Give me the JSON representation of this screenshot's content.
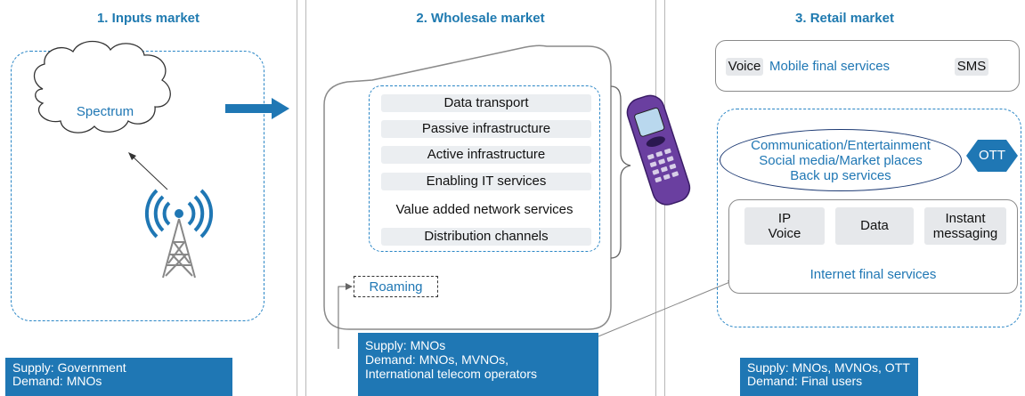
{
  "columns": [
    {
      "title": "1. Inputs market"
    },
    {
      "title": "2. Wholesale market"
    },
    {
      "title": "3. Retail market"
    }
  ],
  "inputs": {
    "cloud_label": "Spectrum",
    "supply": "Supply: Government",
    "demand": "Demand: MNOs",
    "icons": [
      "cloud-icon",
      "radio-tower-icon",
      "arrow-right-icon"
    ]
  },
  "wholesale": {
    "services": [
      "Data transport",
      "Passive infrastructure",
      "Active infrastructure",
      "Enabling IT services",
      "Value added network services",
      "Distribution channels"
    ],
    "roaming": "Roaming",
    "supply": "Supply: MNOs",
    "demand_line1": "Demand: MNOs, MVNOs,",
    "demand_line2": "International telecom operators",
    "icons": [
      "mobile-phone-icon",
      "curly-brace-icon"
    ]
  },
  "retail": {
    "mobile": {
      "voice": "Voice",
      "label": "Mobile final services",
      "sms": "SMS"
    },
    "ott_lines": [
      "Communication/Entertainment",
      "Social media/Market places",
      "Back up services"
    ],
    "ott_badge": "OTT",
    "internet": {
      "ip_voice_line1": "IP",
      "ip_voice_line2": "Voice",
      "data": "Data",
      "im_line1": "Instant",
      "im_line2": "messaging",
      "label": "Internet final services"
    },
    "supply": "Supply: MNOs, MVNOs, OTT",
    "demand": "Demand: Final users"
  },
  "colors": {
    "accent": "#1f77b4",
    "title": "#1f7ab0",
    "dashed": "#2a86c6"
  }
}
